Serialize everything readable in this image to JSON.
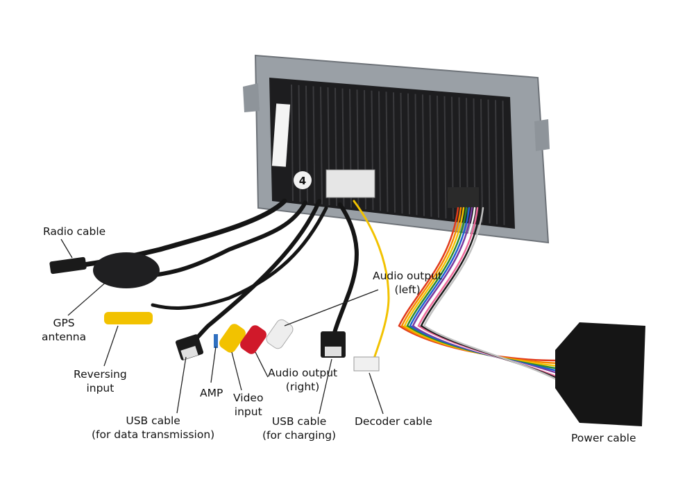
{
  "labels": {
    "radio_cable": "Radio cable",
    "gps_antenna": [
      "GPS",
      "antenna"
    ],
    "reversing_input": [
      "Reversing",
      "input"
    ],
    "usb_data": [
      "USB cable",
      "(for data transmission)"
    ],
    "amp": "AMP",
    "video_input": [
      "Video",
      "input"
    ],
    "audio_right": [
      "Audio output",
      "(right)"
    ],
    "audio_left": [
      "Audio output",
      "(left)"
    ],
    "usb_charging": [
      "USB cable",
      "(for charging)"
    ],
    "decoder_cable": "Decoder cable",
    "power_cable": "Power cable"
  },
  "unit": {
    "badge": "4"
  },
  "colors": {
    "background": "#ffffff",
    "chassis": "#9aa0a6",
    "heatsink": "#1d1d1f",
    "cable": "#151515",
    "rca_yellow": "#f2c200",
    "rca_red": "#d0192a",
    "rca_white": "#eeeeee",
    "leader_line": "#222222"
  }
}
